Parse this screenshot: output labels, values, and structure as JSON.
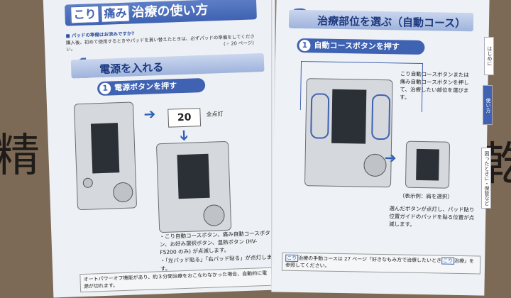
{
  "background": {
    "chars": [
      "精",
      "乾"
    ]
  },
  "left": {
    "title_tag1": "こり",
    "title_tag2": "痛み",
    "title_rest": "治療の使い方",
    "pad_q": "■ パッドの準備はお済みですか?",
    "pad_note": "購入後、初めて使用するときやパッドを貰い替えたときは、必ずパッドの準備をしてください。",
    "pad_ref": "(☞ 20 ページ)",
    "step_num": "1",
    "step_title": "電源を入れる",
    "sub_num": "1",
    "sub_title": "電源ボタンを押す",
    "all_lit": "全点灯",
    "bullet1": "・こり自動コースボタン、痛み自動コースボタン、お好み選択ボタン、温熱ボタン (HV-F5200 のみ) が点滅します。",
    "bullet2": "・「左パッド貼る」「右パッド貼る」が点灯します。",
    "note": "オートパワーオフ機能があり、約３分間治療をおこなわなかった場合、自動的に電源が切れます。"
  },
  "right": {
    "step_num": "2",
    "step_title": "治療部位を選ぶ（自動コース）",
    "sub_num": "1",
    "sub_title": "自動コースボタンを押す",
    "desc": "こり自動コースボタンまたは痛み自動コースボタンを押して、治療したい部位を選びます。",
    "example": "（表示例：肩を選択）",
    "desc2": "選んだボタンが点灯し、パッド貼り位置ガイドのパッドを貼る位置が点滅します。",
    "footer_tag": "こり",
    "footer_text": "治療の手動コースは 27 ページ「好きなもみ方で治療したいとき",
    "footer_tag2": "こり",
    "footer_text2": "治療」を参照してください。"
  },
  "tabs": [
    "はじめに",
    "使い方",
    "困ったときに・保管など"
  ]
}
